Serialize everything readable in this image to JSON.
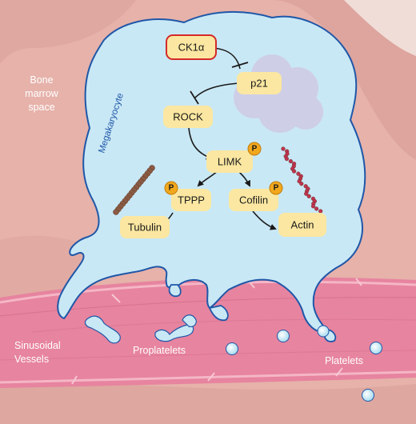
{
  "regions": {
    "bone_marrow": [
      "Bone",
      "marrow",
      "space"
    ],
    "megakaryocyte": "Megakaryocyte",
    "sinusoidal": [
      "Sinusoidal",
      "Vessels"
    ],
    "proplatelets": "Proplatelets",
    "platelets": "Platelets"
  },
  "nodes": {
    "ck1a": "CK1α",
    "p21": "p21",
    "rock": "ROCK",
    "limk": "LIMK",
    "tppp": "TPPP",
    "cofilin": "Cofilin",
    "tubulin": "Tubulin",
    "actin": "Actin",
    "phospho": "P"
  },
  "colors": {
    "tissue": "#e9b8b0",
    "cell_fill": "#c9e8f5",
    "cell_stroke": "#1f57a8",
    "vessel": "#e27fa0",
    "node": "#fbe7a1",
    "ck1a_border": "#d42a2a",
    "phospho": "#f2a81d",
    "proteasome": "#cfcde7",
    "tubulin_fiber": "#8a5a43",
    "actin_fiber": "#c0334e"
  },
  "icons": [
    "proteasome-icon",
    "microtubule-icon",
    "actin-filament-icon",
    "platelet-icon"
  ]
}
